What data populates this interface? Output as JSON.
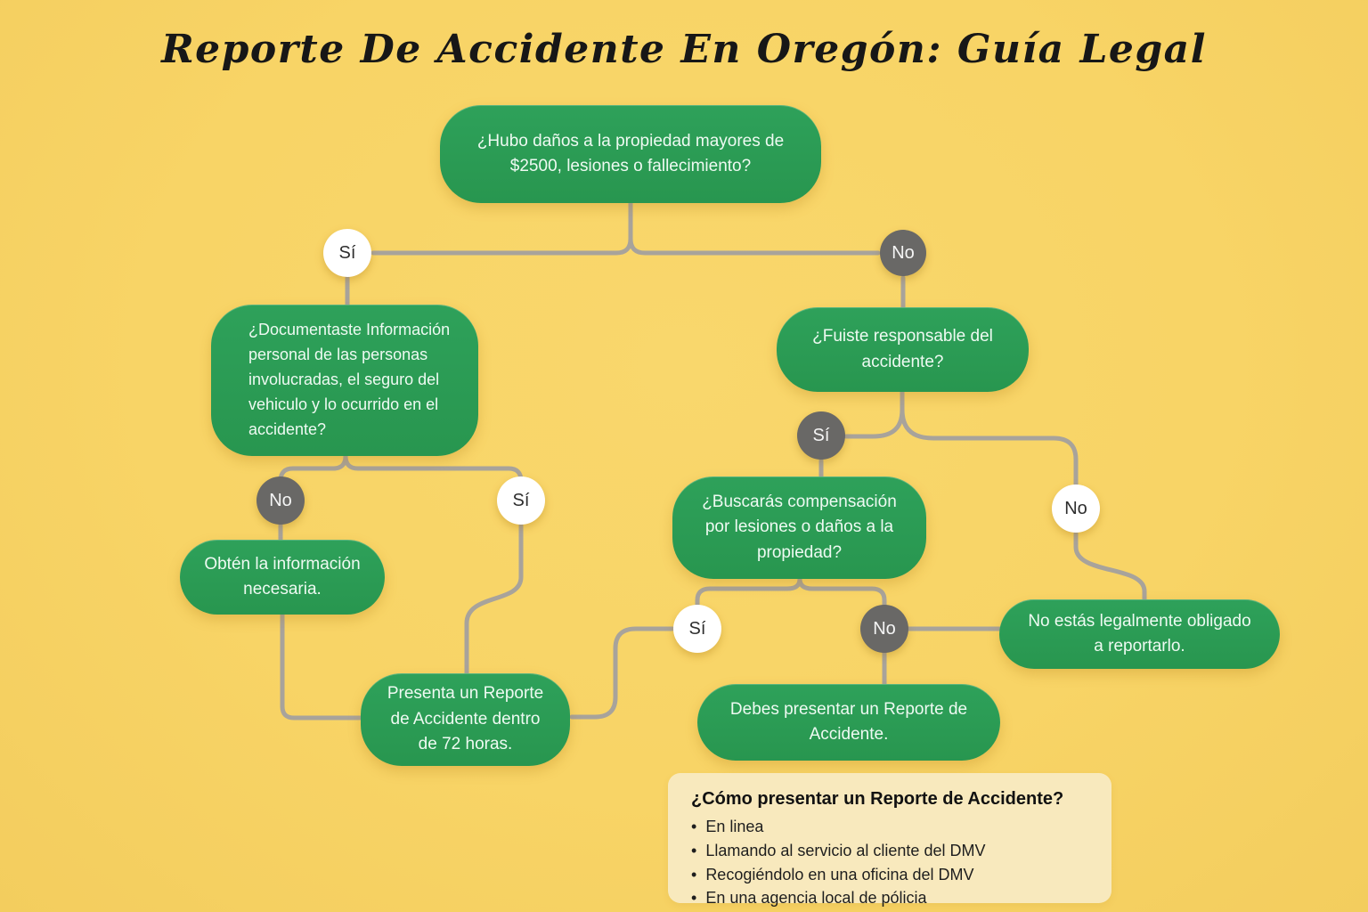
{
  "title": "Reporte De Accidente En Oregón: Guía Legal",
  "labels": {
    "yes": "Sí",
    "no": "No"
  },
  "nodes": {
    "q_main": {
      "text": "¿Hubo daños a la propiedad mayores de $2500, lesiones o fallecimiento?"
    },
    "q_document": {
      "text": "¿Documentaste Información personal de las personas involucradas, el seguro del vehiculo y lo ocurrido en el accidente?"
    },
    "a_obtain": {
      "text": "Obtén la información necesaria."
    },
    "a_present_72": {
      "text": "Presenta un Reporte de Accidente dentro de 72 horas."
    },
    "q_responsible": {
      "text": "¿Fuiste responsable del accidente?"
    },
    "q_compensation": {
      "text": "¿Buscarás compensación por lesiones o daños a la propiedad?"
    },
    "a_must_present": {
      "text": "Debes presentar un Reporte de Accidente."
    },
    "a_not_obligated": {
      "text": "No estás legalmente obligado a reportarlo."
    }
  },
  "edges": [
    {
      "from": "q_main",
      "to": "q_document",
      "label": "Sí"
    },
    {
      "from": "q_main",
      "to": "q_responsible",
      "label": "No"
    },
    {
      "from": "q_document",
      "to": "a_obtain",
      "label": "No"
    },
    {
      "from": "q_document",
      "to": "a_present_72",
      "label": "Sí"
    },
    {
      "from": "a_obtain",
      "to": "a_present_72",
      "label": ""
    },
    {
      "from": "q_responsible",
      "to": "q_compensation",
      "label": "Sí"
    },
    {
      "from": "q_responsible",
      "to": "a_not_obligated",
      "label": "No"
    },
    {
      "from": "q_compensation",
      "to": "a_present_72",
      "label": "Sí"
    },
    {
      "from": "q_compensation",
      "to": "a_must_present",
      "label": "No"
    }
  ],
  "info_panel": {
    "title": "¿Cómo presentar un Reporte de Accidente?",
    "items": [
      "En linea",
      "Llamando al servicio al cliente del DMV",
      "Recogiéndolo en una oficina del DMV",
      "En una agencia local de pólicia"
    ]
  },
  "colors": {
    "background": "#f8d466",
    "node_green": "#2b9c55",
    "node_text": "#eefaf2",
    "circle_gray": "#696866",
    "circle_white": "#ffffff",
    "connector": "#a8a39b",
    "panel_bg": "#f8e9bd",
    "title_text": "#171717"
  }
}
